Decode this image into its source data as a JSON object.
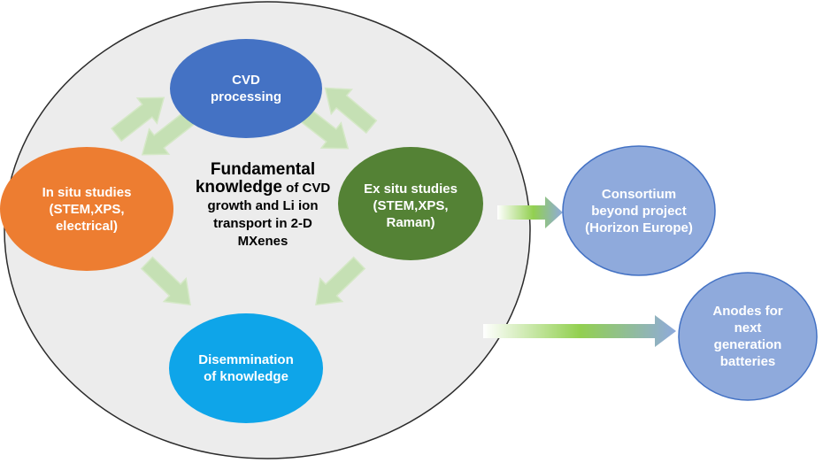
{
  "colors": {
    "outer_fill": "#ececec",
    "outer_stroke": "#2b2b2b",
    "cvd": "#4472c4",
    "in_situ": "#ed7d31",
    "ex_situ": "#548235",
    "dissemination": "#0ea5e9",
    "consortium": "#8faadc",
    "anodes": "#8faadc",
    "arrow_green": "#c5e0b4",
    "arrow_blue": "#b4c7e7"
  },
  "nodes": {
    "cvd": {
      "line1": "CVD",
      "line2": "processing"
    },
    "in_situ": {
      "line1": "In situ studies",
      "line2": "(STEM,XPS,",
      "line3": "electrical)"
    },
    "ex_situ": {
      "line1": "Ex situ studies",
      "line2": "(STEM,XPS,",
      "line3": "Raman)"
    },
    "dissemination": {
      "line1": "Disemmination",
      "line2": "of knowledge"
    },
    "consortium": {
      "line1": "Consortium",
      "line2": "beyond project",
      "line3": "(Horizon Europe)"
    },
    "anodes": {
      "line1": "Anodes for",
      "line2": "next",
      "line3": "generation",
      "line4": "batteries"
    }
  },
  "center": {
    "line1": "Fundamental",
    "line2_big": "knowledge",
    "line2_small": " of CVD",
    "line3": "growth and Li ion",
    "line4": "transport in 2-D",
    "line5": "MXenes"
  }
}
